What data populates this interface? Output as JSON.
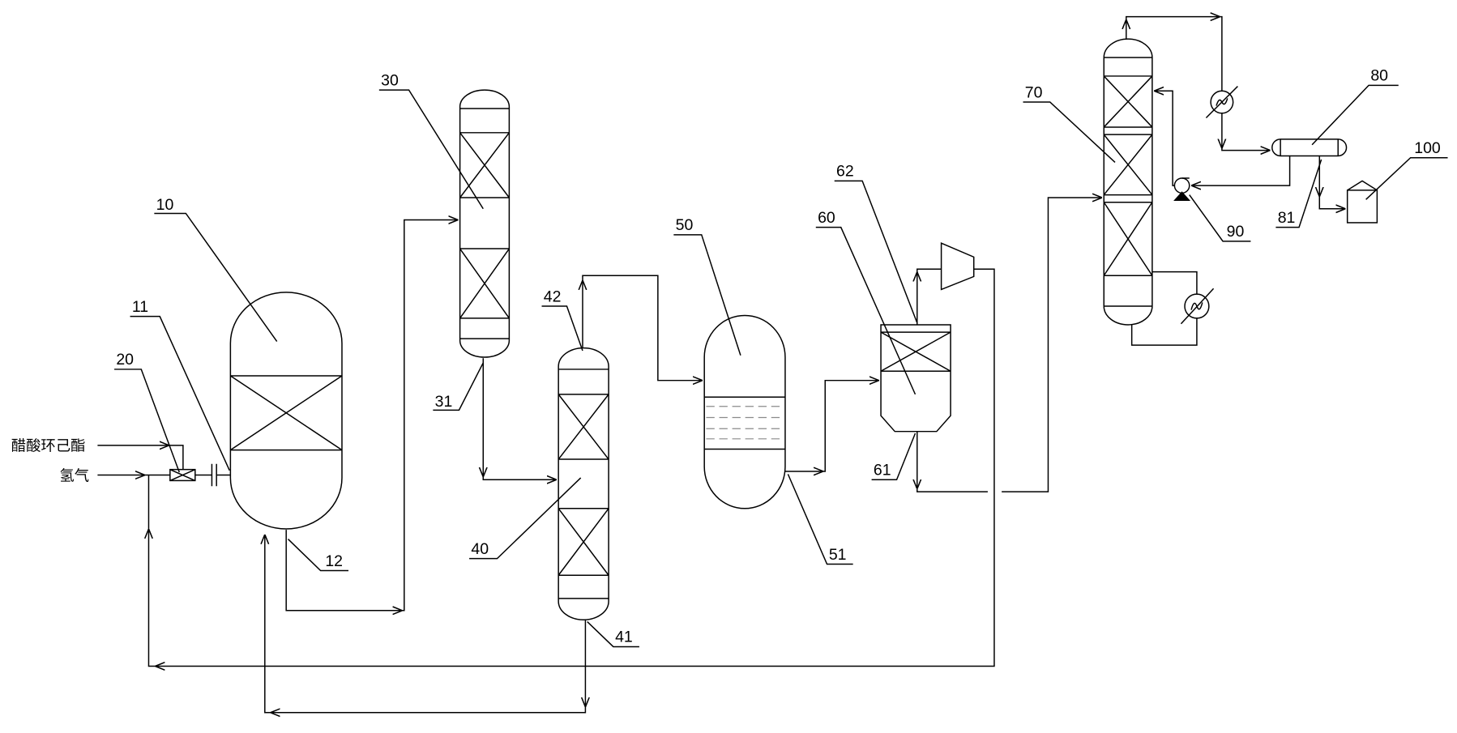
{
  "feeds": {
    "cyclohexyl_acetate": "醋酸环己酯",
    "hydrogen": "氢气"
  },
  "labels": {
    "n10": "10",
    "n11": "11",
    "n12": "12",
    "n20": "20",
    "n30": "30",
    "n31": "31",
    "n40": "40",
    "n41": "41",
    "n42": "42",
    "n50": "50",
    "n51": "51",
    "n60": "60",
    "n61": "61",
    "n62": "62",
    "n70": "70",
    "n80": "80",
    "n81": "81",
    "n90": "90",
    "n100": "100"
  },
  "colors": {
    "line": "#000000",
    "background": "#ffffff"
  }
}
